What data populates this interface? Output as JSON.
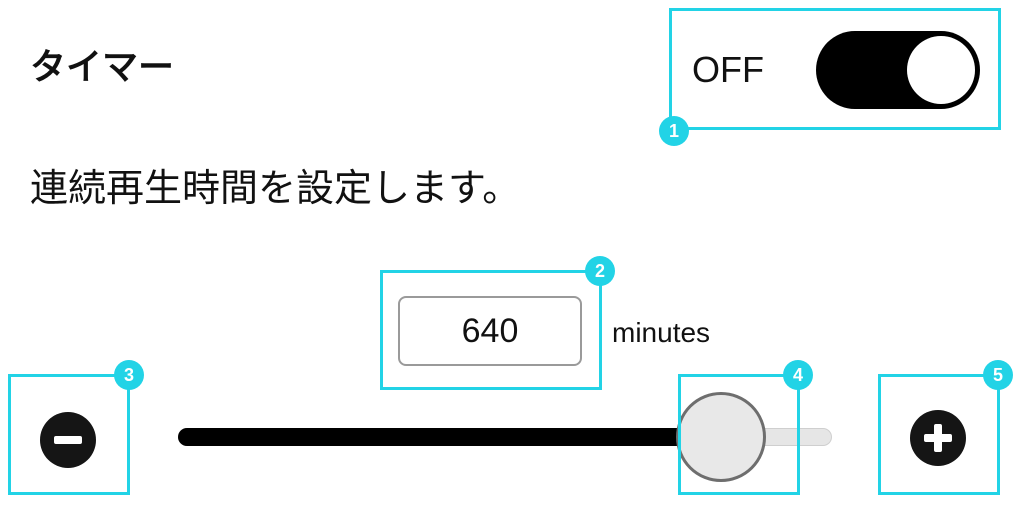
{
  "timer": {
    "title": "タイマー",
    "toggle_label": "OFF",
    "description": "連続再生時間を設定します。",
    "minutes_value": "640",
    "unit": "minutes",
    "slider_fraction": 0.83
  },
  "annotations": [
    "1",
    "2",
    "3",
    "4",
    "5"
  ],
  "colors": {
    "annotation": "#22d3e6",
    "toggle_track": "#000000",
    "slider_fill": "#000000",
    "slider_track": "#e6e6e6"
  },
  "icons": {
    "decrement": "minus-circle-icon",
    "increment": "plus-circle-icon"
  }
}
